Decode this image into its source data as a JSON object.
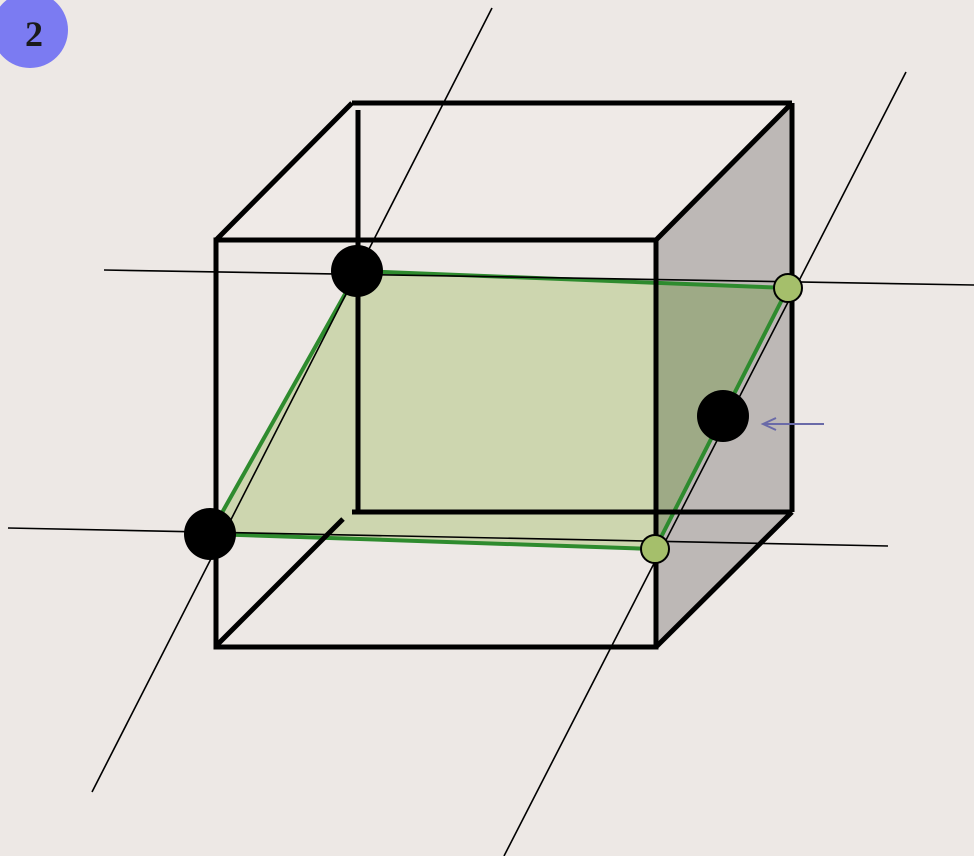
{
  "step_badge": {
    "number": "2",
    "color": "#7b7bf2"
  },
  "colors": {
    "background": "#ede8e5",
    "cube_edges": "#000000",
    "right_face": "#bdb8b6",
    "section_fill": "#c9d4a8",
    "section_fill_shaded": "#9eaa86",
    "section_edge": "#2e8b2e",
    "given_point": "#000000",
    "constructed_point": "#a5bf6b",
    "arrow": "#6a6aa8"
  },
  "points": {
    "given": [
      "given-point-top-left",
      "given-point-right-face",
      "given-point-bottom-left"
    ],
    "constructed": [
      "constructed-point-top-right",
      "constructed-point-bottom-right"
    ]
  }
}
